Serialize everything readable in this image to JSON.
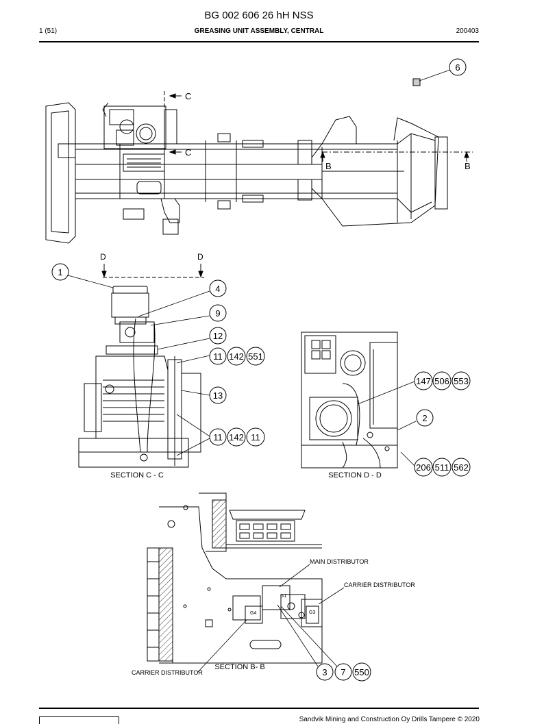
{
  "header": {
    "title": "BG 002 606 26 hH NSS",
    "page": "1 (51)",
    "subtitle": "GREASING UNIT ASSEMBLY, CENTRAL",
    "code": "200403"
  },
  "drawing": {
    "view_markers": {
      "c_top": "C",
      "c_bottom": "C",
      "b_left": "B",
      "b_right": "B",
      "d_left": "D",
      "d_right": "D"
    },
    "balloons": {
      "b6": "6",
      "b1": "1",
      "b4": "4",
      "b9": "9",
      "b12": "12",
      "b11a": "11",
      "b142a": "142",
      "b551": "551",
      "b13": "13",
      "b11b": "11",
      "b142b": "142",
      "b11c": "11",
      "b147": "147",
      "b506": "506",
      "b553": "553",
      "b2": "2",
      "b206": "206",
      "b511": "511",
      "b562": "562",
      "b3": "3",
      "b7": "7",
      "b550": "550"
    },
    "captions": {
      "section_cc": "SECTION C - C",
      "section_dd": "SECTION D - D",
      "section_bb": "SECTION B- B"
    },
    "labels": {
      "main_distributor": "MAIN DISTRIBUTOR",
      "carrier_distributor_right": "CARRIER DISTRIBUTOR",
      "carrier_distributor_left": "CARRIER DISTRIBUTOR",
      "g1": "G1",
      "g3": "G3",
      "g4": "G4"
    }
  },
  "footer": {
    "copyright": "Sandvik Mining and Construction Oy Drills Tampere © 2020"
  }
}
